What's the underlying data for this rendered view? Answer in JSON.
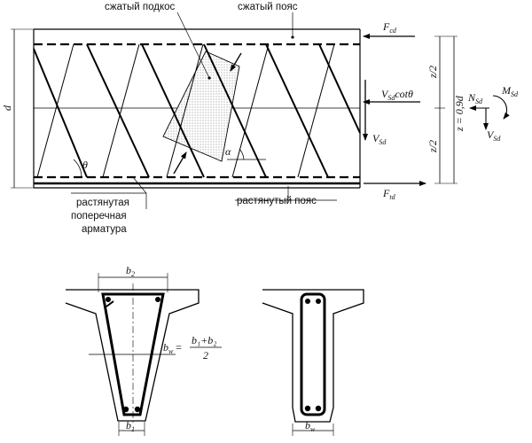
{
  "truss": {
    "label_compressed_strut": "сжатый подкос",
    "label_compressed_chord": "сжатый пояс",
    "label_tension_chord": "растянутый пояс",
    "label_tension_reinf_1": "растянутая",
    "label_tension_reinf_2": "поперечная",
    "label_tension_reinf_3": "арматура",
    "force_top": "F",
    "force_top_sub": "cd",
    "force_bottom": "F",
    "force_bottom_sub": "td",
    "shear_component": "V",
    "shear_component_sub": "Sd",
    "shear_component_tail": "cotθ",
    "shear_force": "V",
    "shear_force_sub": "Sd",
    "axial_force": "N",
    "axial_force_sub": "Sd",
    "moment": "M",
    "moment_sub": "Sd",
    "vertical_shear": "V",
    "vertical_shear_sub": "Sd",
    "half_arm_top": "z/2",
    "half_arm_bottom": "z/2",
    "lever_arm": "z = 0,9d",
    "depth": "d",
    "angle_theta": "θ",
    "angle_alpha": "α"
  },
  "sections": {
    "top_width": "b",
    "top_width_sub": "2",
    "bottom_width": "b",
    "bottom_width_sub": "1",
    "web_width_label": "b",
    "web_width_sub": "w",
    "web_width_eq": "=",
    "formula_numerator": "b₁+b₂",
    "formula_denominator": "2",
    "right_web_width": "b",
    "right_web_width_sub": "w"
  }
}
